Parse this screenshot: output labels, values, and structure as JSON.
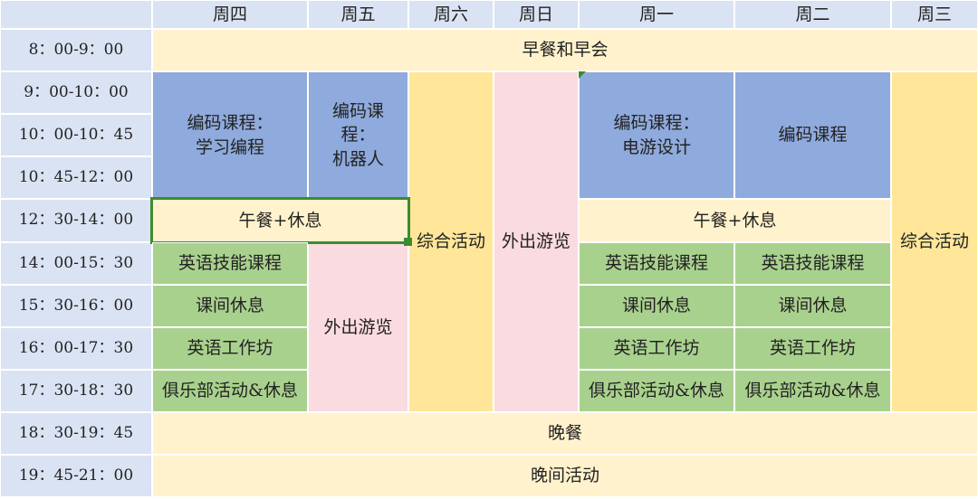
{
  "header": {
    "days": [
      "周四",
      "周五",
      "周六",
      "周日",
      "周一",
      "周二",
      "周三"
    ]
  },
  "times": [
    "8：00-9：00",
    "9：00-10：00",
    "10：00-10：45",
    "10：45-12：00",
    "12：30-14：00",
    "14：00-15：30",
    "15：30-16：00",
    "16：00-17：30",
    "17：30-18：30",
    "18：30-19：45",
    "19：45-21：00"
  ],
  "cells": {
    "breakfast": "早餐和早会",
    "thu_coding_1": "编码课程：",
    "thu_coding_2": "学习编程",
    "fri_coding_1": "编码课",
    "fri_coding_2": "程：",
    "fri_coding_3": "机器人",
    "mon_coding_1": "编码课程：",
    "mon_coding_2": "电游设计",
    "tue_coding": "编码课程",
    "lunch_left": "午餐+休息",
    "lunch_right": "午餐+休息",
    "sat_activity": "综合活动",
    "wed_activity": "综合活动",
    "sun_outing": "外出游览",
    "fri_outing": "外出游览",
    "english_skills": "英语技能课程",
    "break": "课间休息",
    "english_workshop": "英语工作坊",
    "club": "俱乐部活动&休息",
    "dinner": "晚餐",
    "evening": "晚间活动"
  },
  "colors": {
    "header": "#dae3f3",
    "cream": "#fff2cc",
    "blue": "#8faadc",
    "yellow": "#ffe699",
    "pink": "#fadbe0",
    "green": "#a9d18e",
    "selection": "#3d8b2f"
  }
}
